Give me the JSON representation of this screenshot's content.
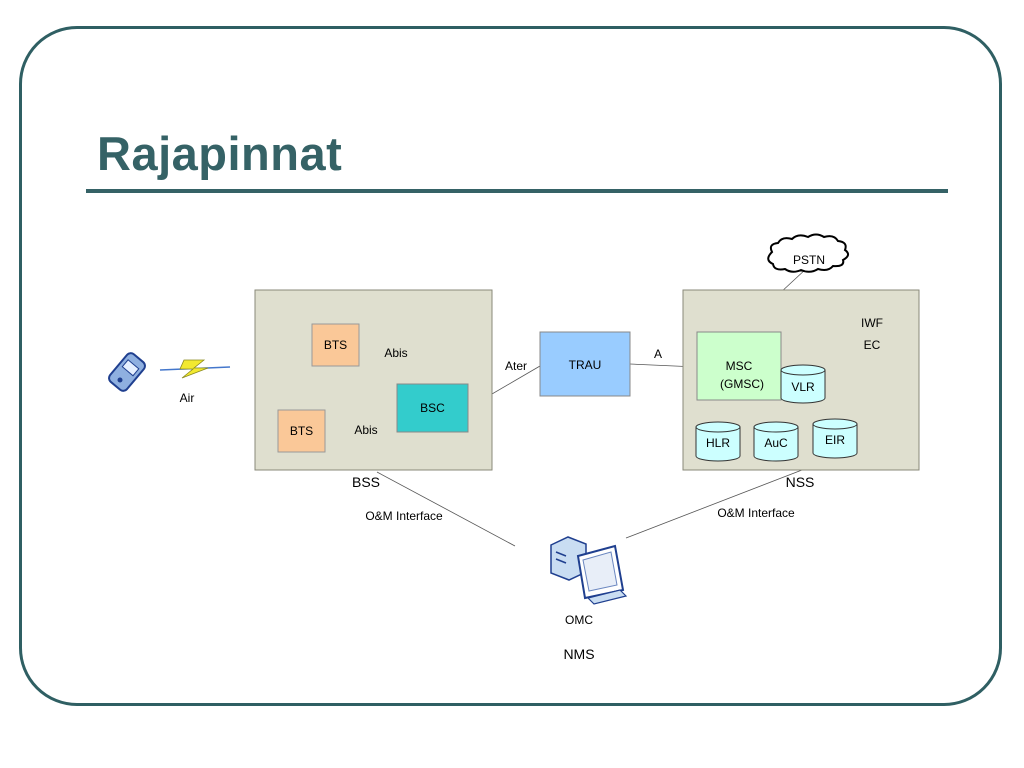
{
  "slide": {
    "title": "Rajapinnat"
  },
  "diagram": {
    "air_label": "Air",
    "bss": {
      "label": "BSS",
      "bts_top": "BTS",
      "bts_bottom": "BTS",
      "bsc": "BSC",
      "abis_top": "Abis",
      "abis_bottom": "Abis"
    },
    "ater_label": "Ater",
    "trau": "TRAU",
    "a_label": "A",
    "nss": {
      "label": "NSS",
      "msc_line1": "MSC",
      "msc_line2": "(GMSC)",
      "vlr": "VLR",
      "hlr": "HLR",
      "auc": "AuC",
      "eir": "EIR",
      "iwf": "IWF",
      "ec": "EC"
    },
    "pstn": "PSTN",
    "om_interface_left": "O&M Interface",
    "om_interface_right": "O&M Interface",
    "omc": "OMC",
    "nms": "NMS"
  },
  "colors": {
    "title": "#356266",
    "frame": "#2f5f63",
    "subsystem_fill": "#dfdfcf",
    "bts_fill": "#fac898",
    "bsc_fill": "#33cccc",
    "trau_fill": "#99ccff",
    "msc_fill": "#ccffcc",
    "db_fill": "#ccffff"
  }
}
